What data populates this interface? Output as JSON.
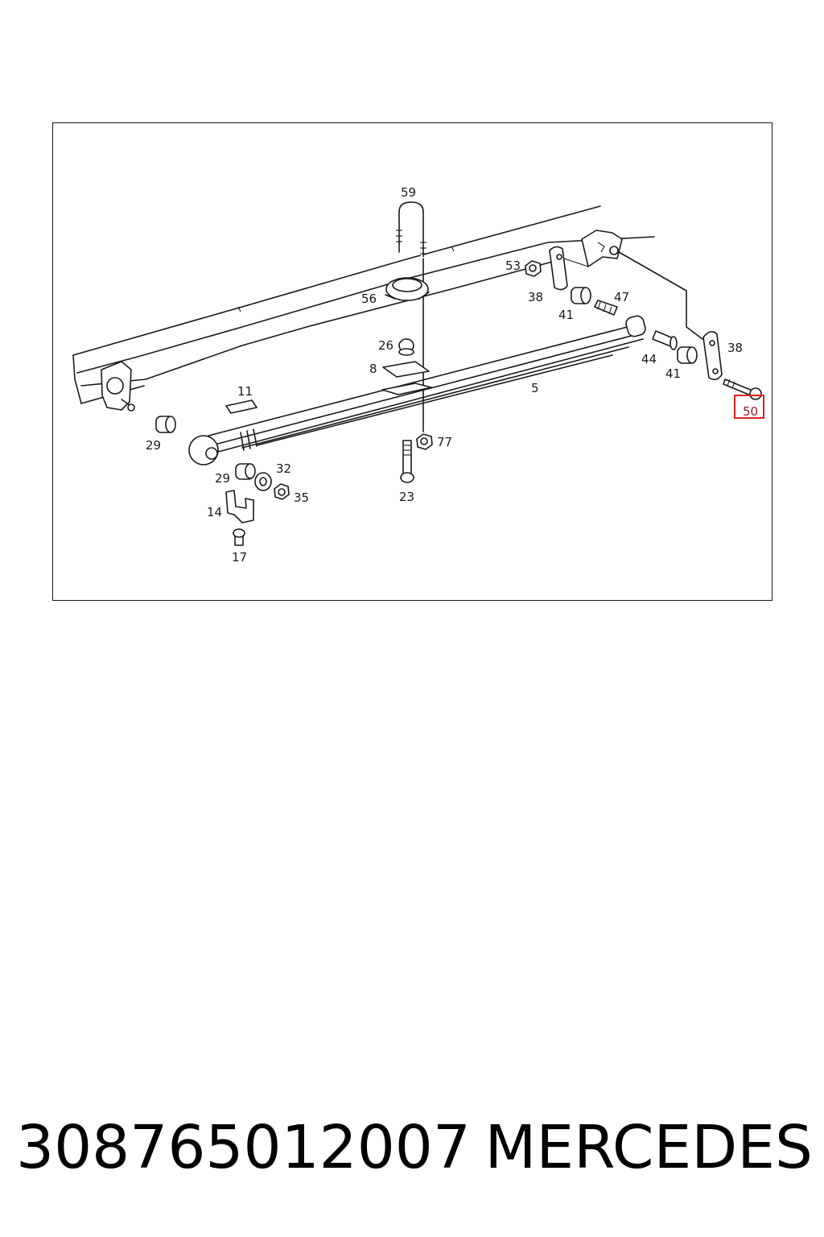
{
  "diagram": {
    "labels": {
      "59": "59",
      "56": "56",
      "53": "53",
      "38a": "38",
      "41a": "41",
      "47": "47",
      "26": "26",
      "8": "8",
      "44": "44",
      "41b": "41",
      "38b": "38",
      "11": "11",
      "5": "5",
      "50": "50",
      "29a": "29",
      "77": "77",
      "32": "32",
      "29b": "29",
      "35": "35",
      "14": "14",
      "23": "23",
      "17": "17"
    },
    "highlighted_part": "50",
    "highlight_color": "#e02020"
  },
  "caption": {
    "part_number": "308765012007",
    "brand": "MERCEDES"
  }
}
